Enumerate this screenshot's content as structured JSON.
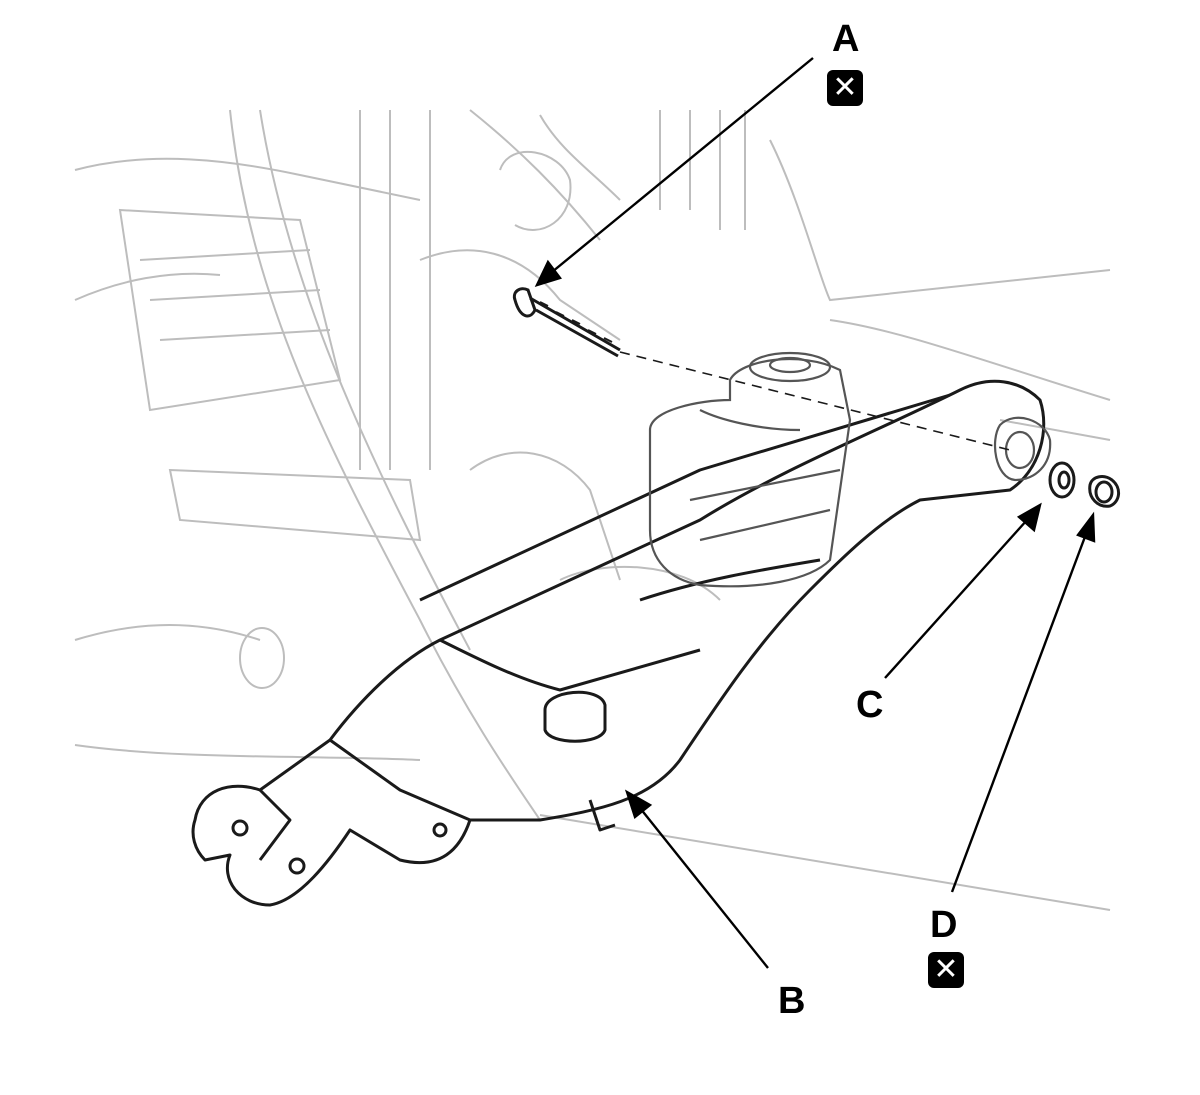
{
  "diagram": {
    "callouts": [
      {
        "id": "A",
        "label": "A",
        "replace_icon": true
      },
      {
        "id": "B",
        "label": "B",
        "replace_icon": false
      },
      {
        "id": "C",
        "label": "C",
        "replace_icon": false
      },
      {
        "id": "D",
        "label": "D",
        "replace_icon": true
      }
    ],
    "icon": "replace-part-icon",
    "colors": {
      "line": "#000000",
      "background_lines": "#bdbdbd"
    }
  }
}
